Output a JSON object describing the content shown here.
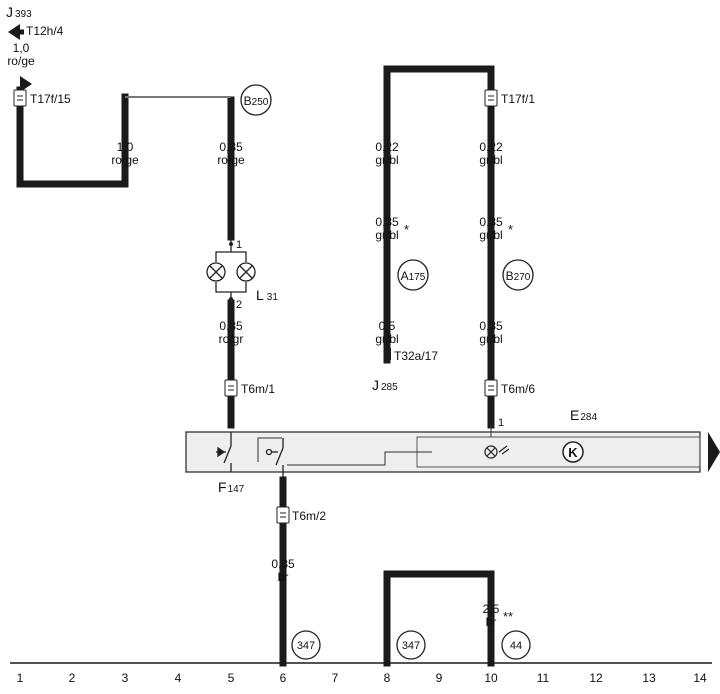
{
  "components": {
    "j393": {
      "main": "J",
      "sub": "393"
    },
    "t12h4": "T12h/4",
    "t17f15": "T17f/15",
    "t17f1": "T17f/1",
    "b250": {
      "main": "B",
      "sub": "250"
    },
    "l31": {
      "main": "L",
      "sub": "31"
    },
    "lamp_pin_top": "1",
    "lamp_pin_bottom": "2",
    "t6m1": "T6m/1",
    "a175": {
      "main": "A",
      "sub": "175"
    },
    "b270": {
      "main": "B",
      "sub": "270"
    },
    "t32a17": "T32a/17",
    "j285": {
      "main": "J",
      "sub": "285"
    },
    "t6m6": "T6m/6",
    "e284": {
      "main": "E",
      "sub": "284"
    },
    "e284_pin": "1",
    "f147": {
      "main": "F",
      "sub": "147"
    },
    "t6m2": "T6m/2",
    "k_symbol": "K"
  },
  "wires": {
    "w1": {
      "size": "1,0",
      "color": "ro/ge"
    },
    "w2": {
      "size": "1,0",
      "color": "ro/ge"
    },
    "w3": {
      "size": "0,35",
      "color": "ro/ge"
    },
    "w4": {
      "size": "0,35",
      "color": "ro/gr"
    },
    "w5": {
      "size": "0,22",
      "color": "gr/bl"
    },
    "w6": {
      "size": "0,35",
      "color": "gr/bl",
      "mark": "*"
    },
    "w7": {
      "size": "0,5",
      "color": "gr/bl"
    },
    "w8": {
      "size": "0,22",
      "color": "gr/bl"
    },
    "w9": {
      "size": "0,35",
      "color": "gr/bl",
      "mark": "*"
    },
    "w10": {
      "size": "0,35",
      "color": "gr/bl"
    },
    "w11": {
      "size": "0,35",
      "color": "br"
    },
    "w12": {
      "size": "2,5",
      "color": "br",
      "mark": "**"
    }
  },
  "ground_points": [
    "347",
    "347",
    "44"
  ],
  "columns": [
    "1",
    "2",
    "3",
    "4",
    "5",
    "6",
    "7",
    "8",
    "9",
    "10",
    "11",
    "12",
    "13",
    "14"
  ],
  "colors": {
    "wire": "#1a1a1a",
    "panel_fill": "#eeeeee",
    "thin_line": "#333333"
  }
}
